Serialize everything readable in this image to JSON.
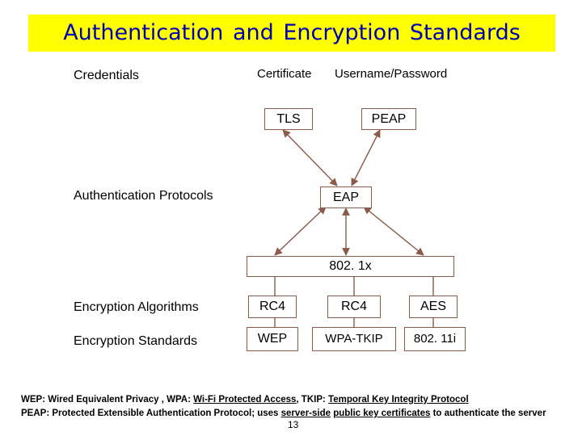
{
  "title": "Authentication and Encryption Standards",
  "labels": {
    "credentials": "Credentials",
    "certificate": "Certificate",
    "username_password": "Username/Password",
    "auth_protocols": "Authentication Protocols",
    "enc_algorithms": "Encryption Algorithms",
    "enc_standards": "Encryption Standards"
  },
  "nodes": {
    "tls": "TLS",
    "peap": "PEAP",
    "eap": "EAP",
    "dot1x": "802. 1x",
    "alg1": "RC4",
    "alg2": "RC4",
    "alg3": "AES",
    "std1": "WEP",
    "std2": "WPA-TKIP",
    "std3": "802. 11i"
  },
  "footnote": {
    "wep": "WEP: Wired Equivalent Privacy , WPA: ",
    "wpa": "Wi-Fi Protected Access",
    "tkip_label": ", TKIP: ",
    "tkip": "Temporal Key Integrity Protocol",
    "peap": "PEAP: Protected Extensible Authentication Protocol; uses ",
    "server_side": "server-side",
    "public_key": "public key certificates",
    "end": " to authenticate the server"
  },
  "page_number": "13",
  "colors": {
    "title": "#0000b4",
    "title_bg": "#ffff00",
    "line": "#8a5a4a"
  }
}
